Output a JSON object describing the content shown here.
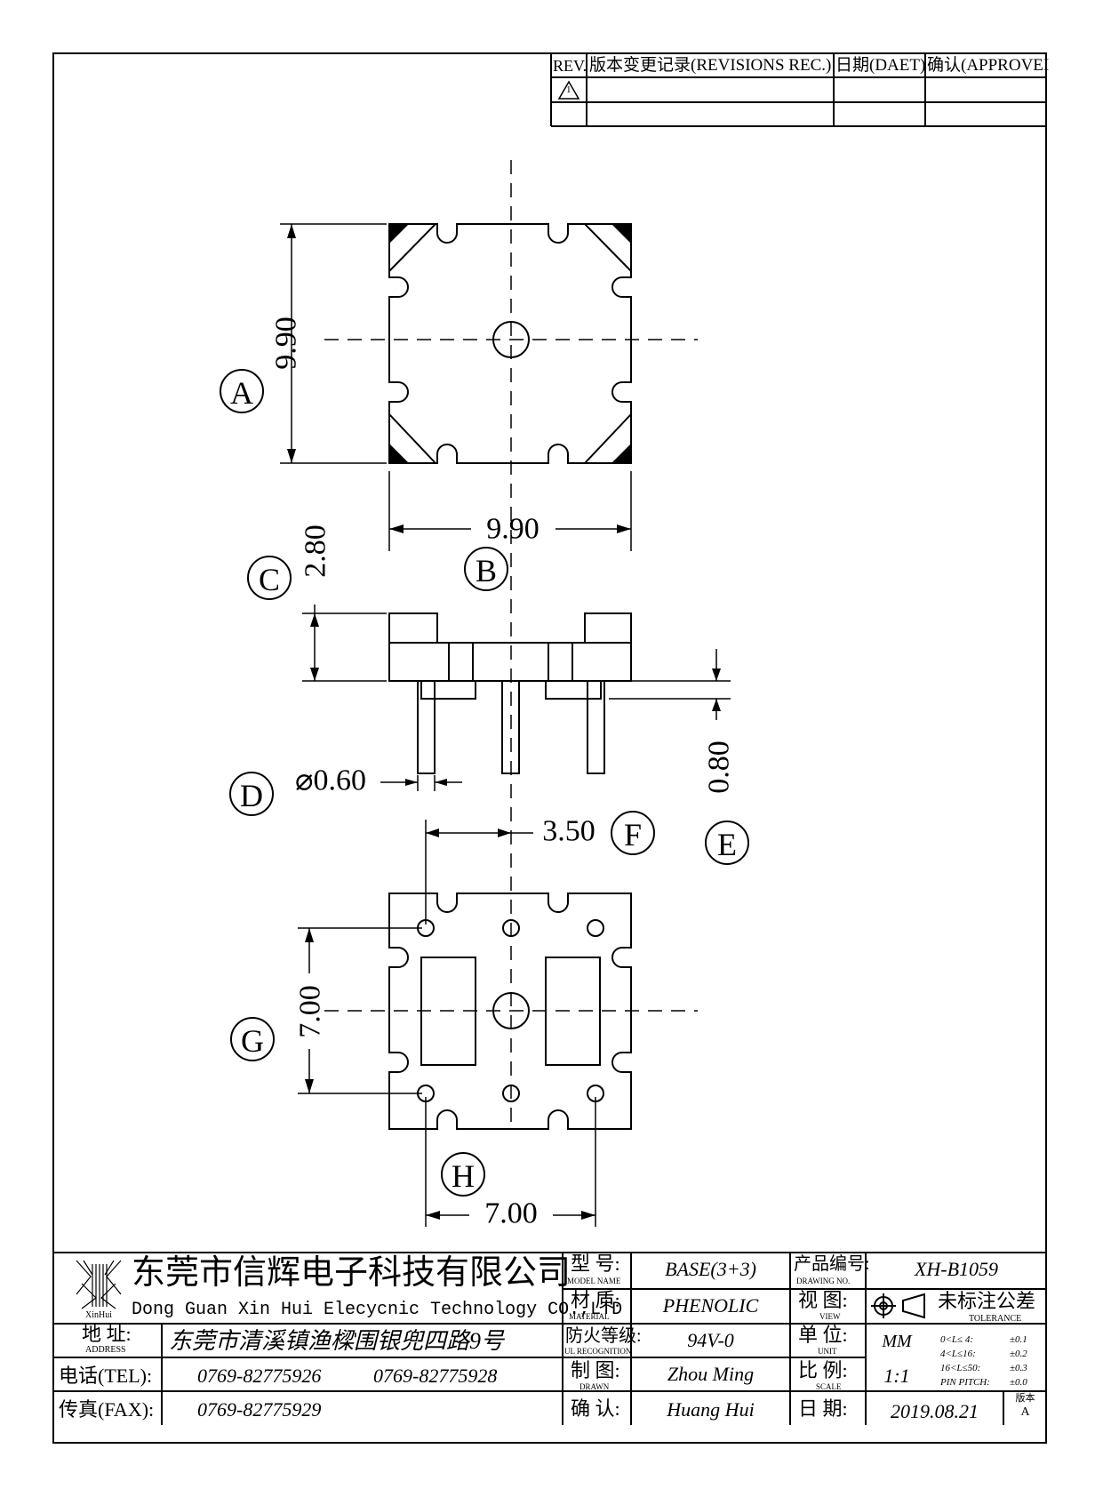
{
  "revision_table": {
    "headers": [
      "REV.",
      "版本变更记录(REVISIONS REC.)",
      "日期(DAET)",
      "确认(APPROVEI"
    ],
    "row_mark": "1"
  },
  "dimensions": {
    "A_height": "9.90",
    "B_width": "9.90",
    "C_height": "2.80",
    "D_pin_dia": "⌀0.60",
    "E_offset": "0.80",
    "F_pitch": "3.50",
    "G_row_span": "7.00",
    "H_col_span": "7.00"
  },
  "callouts": [
    "A",
    "B",
    "C",
    "D",
    "E",
    "F",
    "G",
    "H"
  ],
  "title_block": {
    "logo_text": "XinHui",
    "company_cn": "东莞市信辉电子科技有限公司",
    "company_en": "Dong Guan Xin Hui Elecycnic Technology CO.,LTD",
    "address_label": "地 址:",
    "address_label_en": "ADDRESS",
    "address": "东莞市清溪镇渔樑围银兜四路9号",
    "tel_label": "电话(TEL):",
    "tel_1": "0769-82775926",
    "tel_2": "0769-82775928",
    "fax_label": "传真(FAX):",
    "fax": "0769-82775929",
    "model_label": "型 号:",
    "model_label_en": "MODEL NAME",
    "model": "BASE(3+3)",
    "material_label": "材 质:",
    "material_label_en": "MATERIAL",
    "material": "PHENOLIC",
    "ul_label": "防火等级:",
    "ul_label_en": "UL RECOGNITION",
    "ul": "94V-0",
    "drawn_label": "制 图:",
    "drawn_label_en": "DRAWN",
    "drawn": "Zhou Ming",
    "check_label": "确 认:",
    "checked": "Huang Hui",
    "drawing_no_label": "产品编号:",
    "drawing_no_label_en": "DRAWING NO.",
    "drawing_no": "XH-B1059",
    "view_label": "视 图:",
    "view_label_en": "VIEW",
    "unit_label": "单 位:",
    "unit_label_en": "UNIT",
    "unit": "MM",
    "scale_label": "比 例:",
    "scale_label_en": "SCALE",
    "scale": "1:1",
    "date_label": "日 期:",
    "date": "2019.08.21",
    "version_label": "版本",
    "version": "A",
    "tolerance_title": "未标注公差",
    "tolerance_title_en": "TOLERANCE",
    "tolerance_rows": [
      {
        "range": "0<L≤ 4:",
        "value": "±0.1"
      },
      {
        "range": "4<L≤16:",
        "value": "±0.2"
      },
      {
        "range": "16<L≤50:",
        "value": "±0.3"
      },
      {
        "range": "PIN PITCH:",
        "value": "±0.0"
      }
    ]
  }
}
